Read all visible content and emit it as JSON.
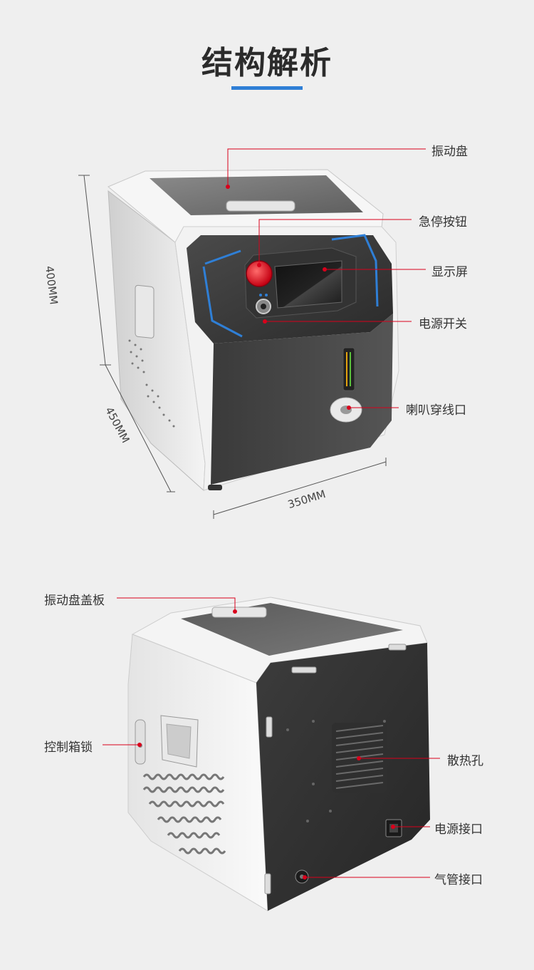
{
  "title": "结构解析",
  "accent_color": "#2f7fd6",
  "callout_color": "#d9001b",
  "front_view": {
    "labels": {
      "vibration_plate": "振动盘",
      "emergency_stop": "急停按钮",
      "display": "显示屏",
      "power_switch": "电源开关",
      "horn_wire_port": "喇叭穿线口"
    },
    "dimensions": {
      "height": "400MM",
      "depth": "450MM",
      "width": "350MM"
    }
  },
  "back_view": {
    "labels": {
      "plate_cover": "振动盘盖板",
      "cabinet_lock": "控制箱锁",
      "vent_holes": "散热孔",
      "power_port": "电源接口",
      "air_port": "气管接口"
    }
  }
}
